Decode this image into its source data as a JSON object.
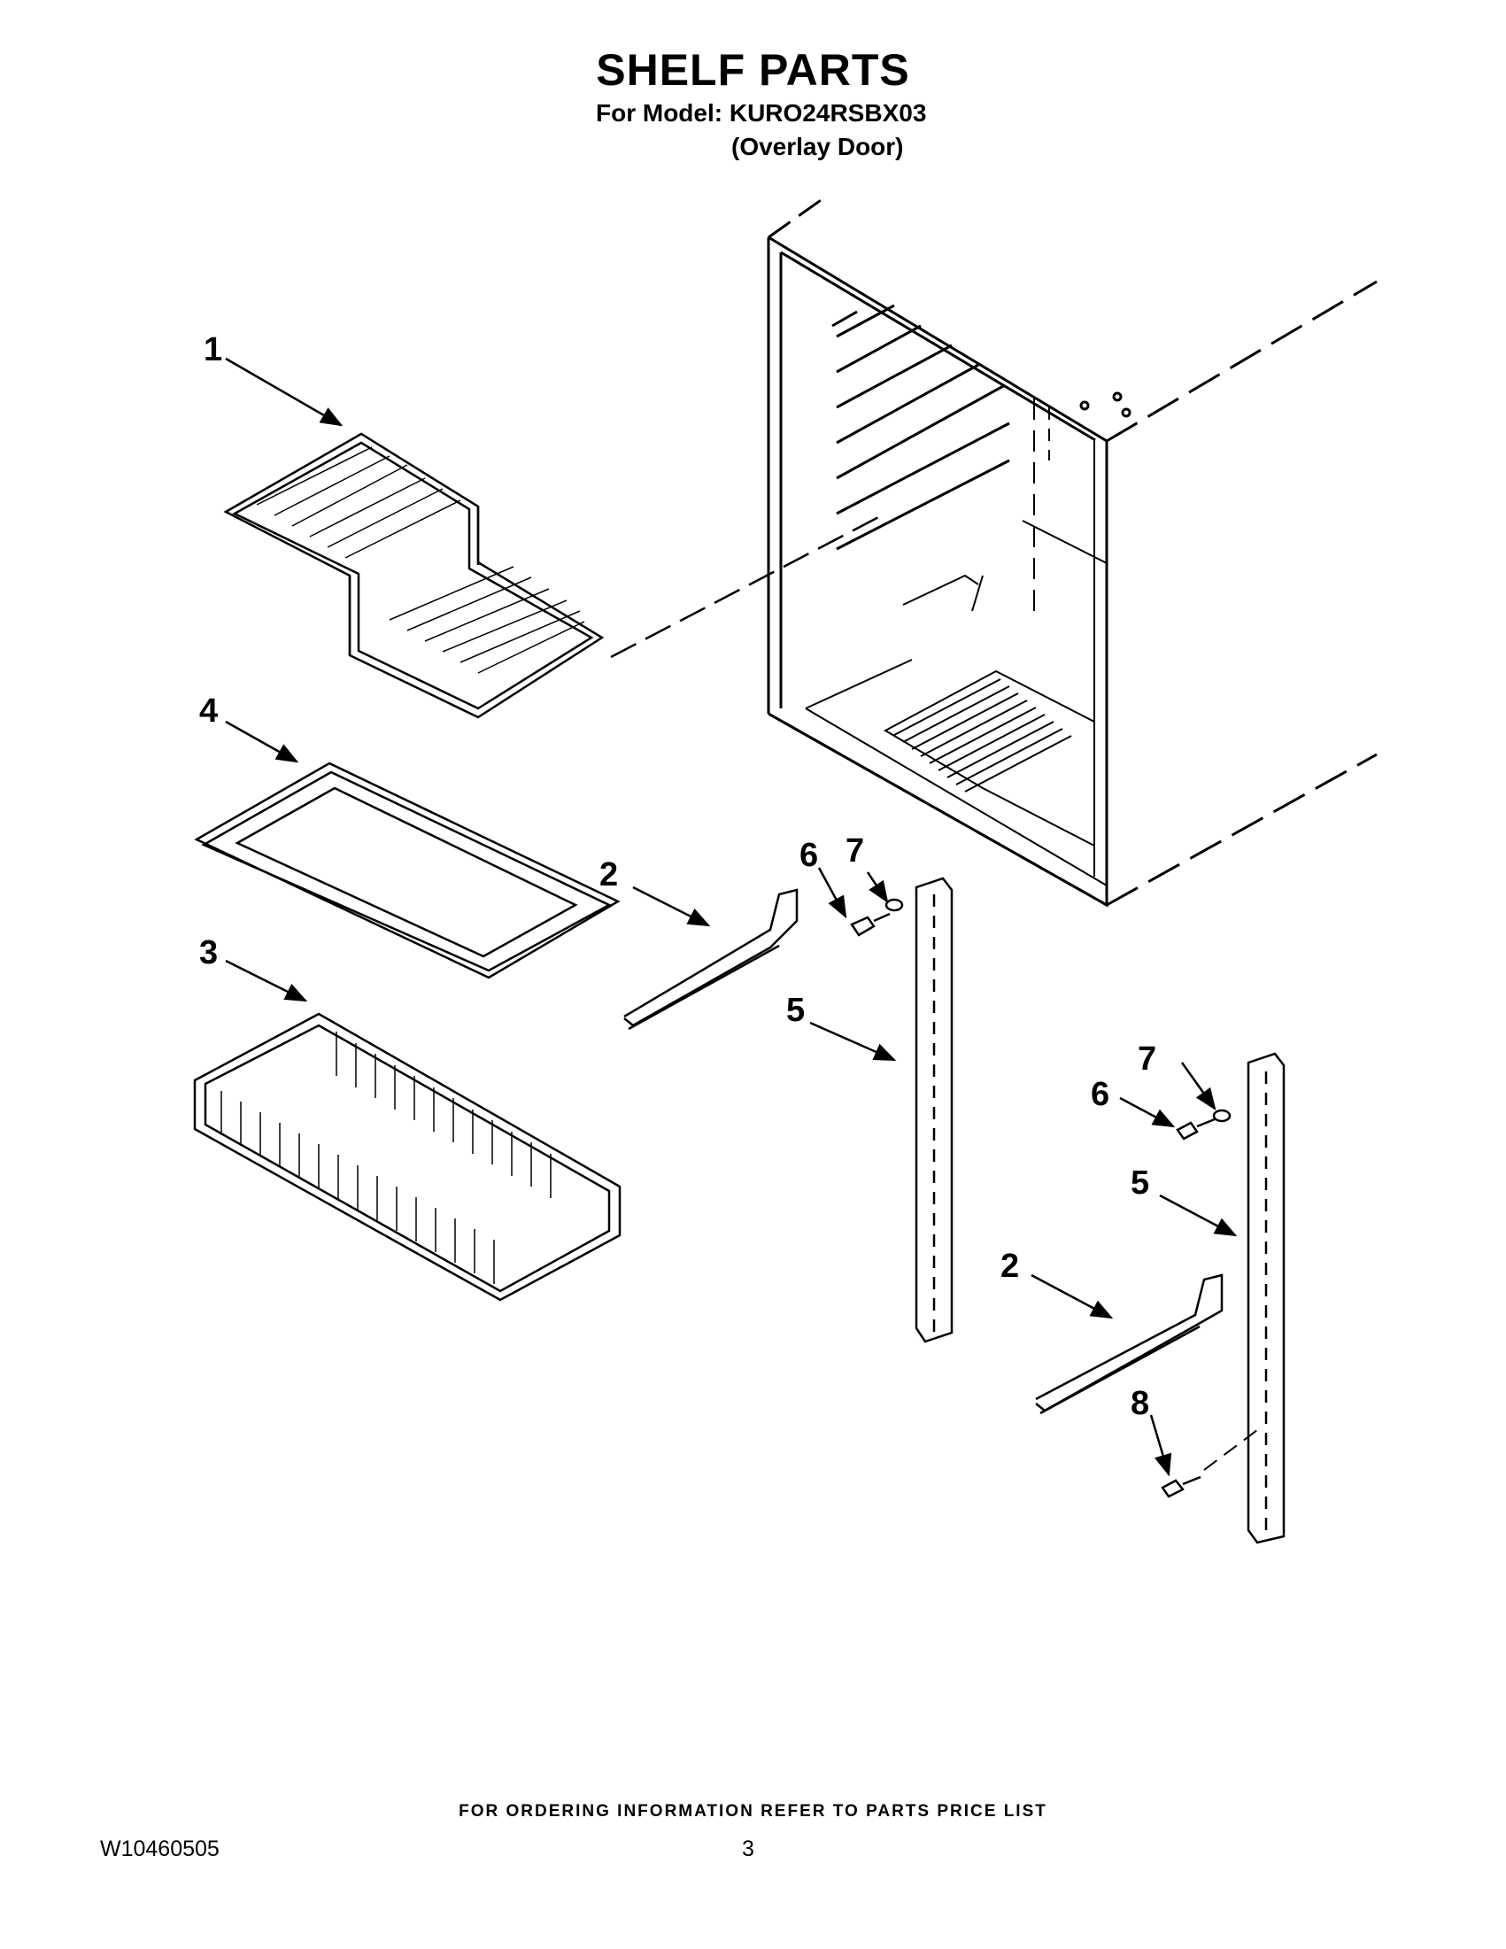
{
  "header": {
    "title": "SHELF PARTS",
    "model_line": "For Model: KURO24RSBX03",
    "variant_line": "(Overlay Door)"
  },
  "callouts": [
    "1",
    "4",
    "2",
    "3",
    "6",
    "7",
    "5",
    "7",
    "6",
    "5",
    "2",
    "8"
  ],
  "footer": {
    "ordering_note": "FOR ORDERING INFORMATION REFER TO PARTS PRICE LIST",
    "document_number": "W10460505",
    "page_number": "3"
  }
}
